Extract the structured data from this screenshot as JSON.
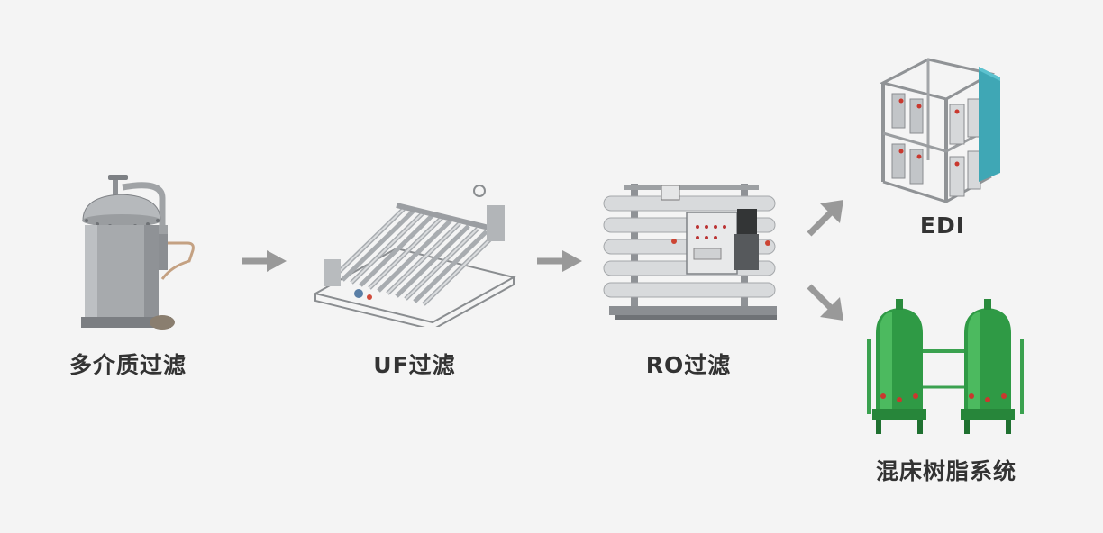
{
  "steps": {
    "multimedia": {
      "label": "多介质过滤",
      "icon": "multimedia-filter-tank-icon"
    },
    "uf": {
      "label": "UF过滤",
      "icon": "uf-membrane-rack-icon"
    },
    "ro": {
      "label": "RO过滤",
      "icon": "ro-membrane-skid-icon"
    },
    "edi": {
      "label": "EDI",
      "icon": "edi-module-rack-icon"
    },
    "mixed_bed": {
      "label": "混床树脂系统",
      "icon": "mixed-bed-resin-tanks-icon"
    }
  },
  "colors": {
    "background": "#f4f4f4",
    "arrow": "#999999",
    "label": "#333333",
    "steel": "#a9acaf",
    "green_tank": "#2f9a45",
    "edi_panel": "#3fa7b5"
  }
}
